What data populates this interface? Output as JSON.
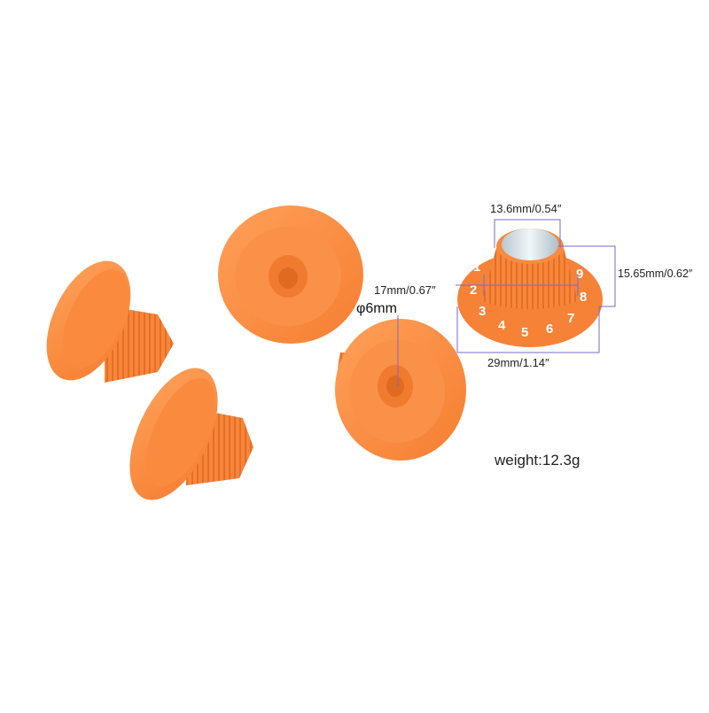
{
  "labels": {
    "top_diameter": "13.6mm/0.54″",
    "height": "15.65mm/0.62″",
    "skirt_inner": "17mm/0.67″",
    "shaft": "φ6mm",
    "bottom_diameter": "29mm/1.14″",
    "weight": "weight:12.3g"
  },
  "dial_numbers": [
    "1",
    "2",
    "3",
    "4",
    "5",
    "6",
    "7",
    "8",
    "9"
  ],
  "colors": {
    "knob_orange": "#F98A3E",
    "knob_shadow": "#E06A22",
    "knob_light": "#FFB07A",
    "dimension_line": "#7B6AC7",
    "dial_text": "#ffffff",
    "cap_silver": "#D9E3EA"
  }
}
